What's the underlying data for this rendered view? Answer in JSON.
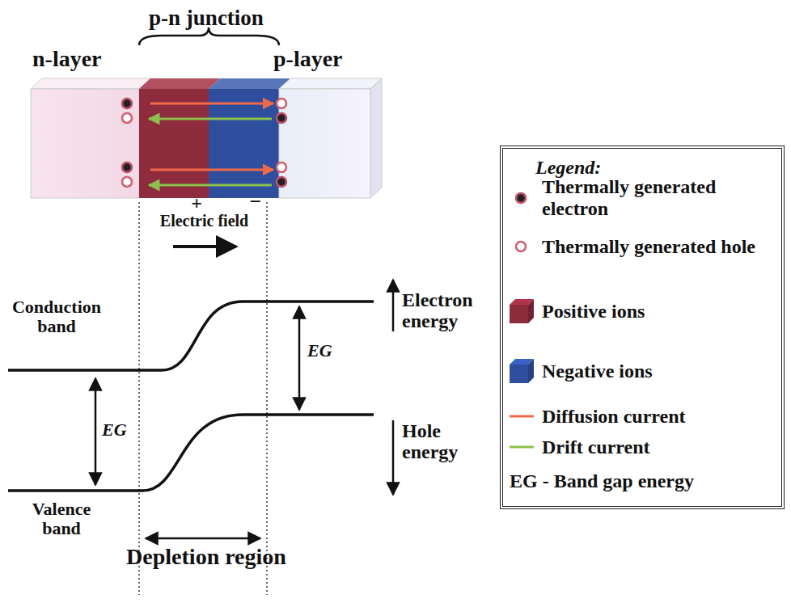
{
  "diagram": {
    "nodes": [
      {
        "text": [
          "Legend:"
        ]
      }
    ],
    "labels": [
      "p-n junction",
      "n-layer",
      "p-layer",
      "+",
      "−",
      "Electric field",
      "Conduction band",
      "EG",
      "Electron energy",
      "EG",
      "Hole energy",
      "Valence band",
      "Depletion region"
    ],
    "legend": [
      {
        "text": "Thermally generated electron"
      },
      {
        "text": "Thermally generated hole"
      },
      {
        "text": "Positive ions",
        "color": "#8e2b3c"
      },
      {
        "text": "Negative ions",
        "color": "#2f4f9e"
      },
      {
        "text": "Diffusion current"
      },
      {
        "text": "Drift current"
      },
      {
        "text": "EG - Band gap energy"
      }
    ]
  }
}
